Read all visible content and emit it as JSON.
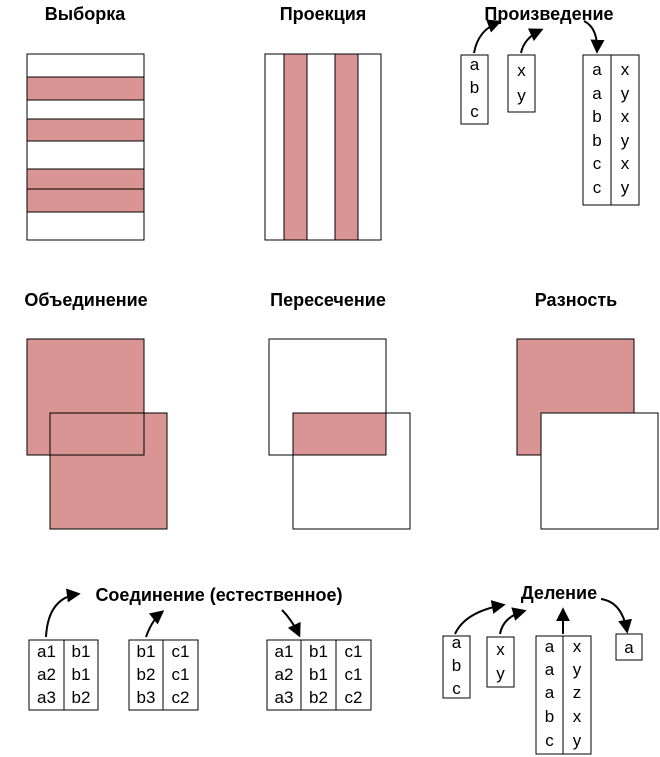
{
  "titles": {
    "selection": "Выборка",
    "projection": "Проекция",
    "product": "Произведение",
    "union": "Объединение",
    "intersection": "Пересечение",
    "difference": "Разность",
    "join": "Соединение (естественное)",
    "division": "Деление"
  },
  "colors": {
    "fill": "#d99594",
    "stroke": "#000000"
  },
  "product": {
    "a": [
      "a",
      "b",
      "c"
    ],
    "b": [
      "x",
      "y"
    ],
    "result_col1": [
      "a",
      "a",
      "b",
      "b",
      "c",
      "c"
    ],
    "result_col2": [
      "x",
      "y",
      "x",
      "y",
      "x",
      "y"
    ]
  },
  "join": {
    "t1_col1": [
      "a1",
      "a2",
      "a3"
    ],
    "t1_col2": [
      "b1",
      "b1",
      "b2"
    ],
    "t2_col1": [
      "b1",
      "b2",
      "b3"
    ],
    "t2_col2": [
      "c1",
      "c1",
      "c2"
    ],
    "r_col1": [
      "a1",
      "a2",
      "a3"
    ],
    "r_col2": [
      "b1",
      "b1",
      "b2"
    ],
    "r_col3": [
      "c1",
      "c1",
      "c2"
    ]
  },
  "division": {
    "a": [
      "a",
      "b",
      "c"
    ],
    "b": [
      "x",
      "y"
    ],
    "d_col1": [
      "a",
      "a",
      "a",
      "b",
      "c"
    ],
    "d_col2": [
      "x",
      "y",
      "z",
      "x",
      "y"
    ],
    "result": [
      "a"
    ]
  }
}
